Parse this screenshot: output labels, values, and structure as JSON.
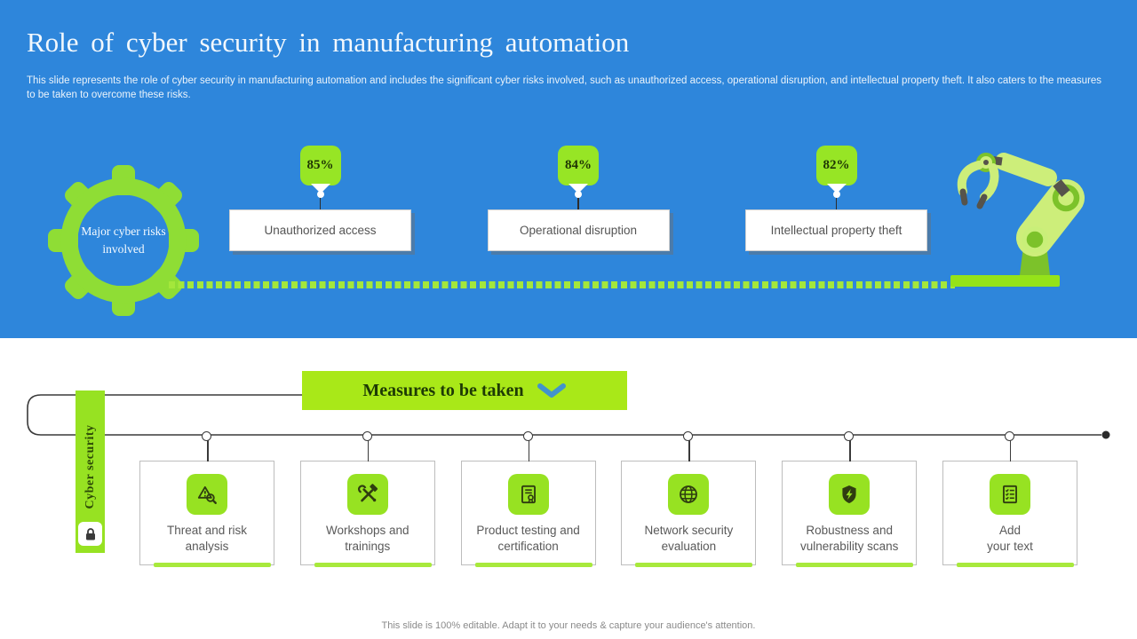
{
  "slide": {
    "title": "Role of cyber security in manufacturing automation",
    "description": "This slide represents the role of cyber security in manufacturing automation and includes the significant cyber risks involved, such as unauthorized access, operational disruption, and intellectual property theft. It also caters to the measures to be taken to overcome these risks.",
    "footer_note": "This slide is 100% editable. Adapt it to your needs & capture your audience's attention."
  },
  "colors": {
    "header_blue": "#2E86DB",
    "accent_green": "#97E222",
    "dotted_green": "#A4E73B",
    "dark_text": "#1E3404",
    "gray_text": "#595959",
    "chevron_blue": "#4293CC"
  },
  "risks_section": {
    "hub_label": "Major cyber risks involved",
    "items": [
      {
        "percent": "85%",
        "label": "Unauthorized access"
      },
      {
        "percent": "84%",
        "label": "Operational disruption"
      },
      {
        "percent": "82%",
        "label": "Intellectual property theft"
      }
    ]
  },
  "measures_section": {
    "banner_label": "Measures to be taken",
    "side_label": "Cyber security",
    "items": [
      {
        "label": "Threat and risk\nanalysis",
        "icon": "warning-magnifier-icon"
      },
      {
        "label": "Workshops and\ntrainings",
        "icon": "hammer-wrench-icon"
      },
      {
        "label": "Product testing and\ncertification",
        "icon": "certificate-icon"
      },
      {
        "label": "Network security\nevaluation",
        "icon": "globe-icon"
      },
      {
        "label": "Robustness and\nvulnerability scans",
        "icon": "shield-bolt-icon"
      },
      {
        "label": "Add\nyour text",
        "icon": "checklist-icon"
      }
    ]
  }
}
